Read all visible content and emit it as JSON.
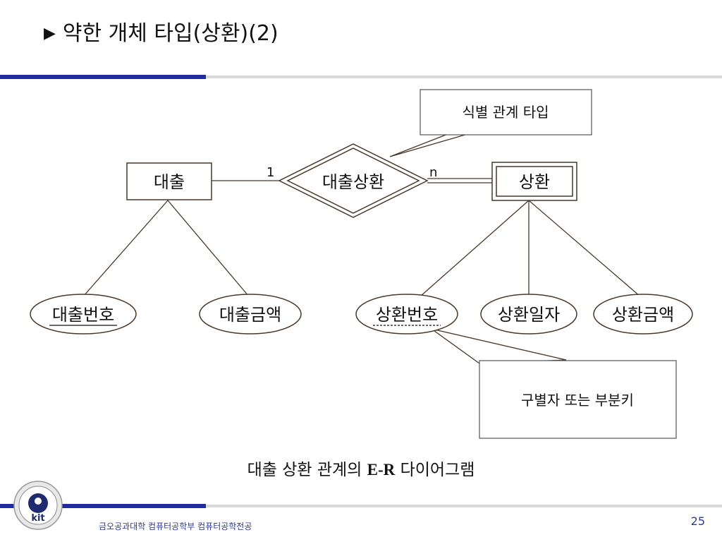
{
  "slide": {
    "title_marker": "▶",
    "title": "약한 개체 타입(상환)(2)",
    "caption_prefix": "대출 상환 관계의 ",
    "caption_er": "E-R",
    "caption_suffix": " 다이어그램",
    "footer_text": "금오공과대학 컴퓨터공학부 컴퓨터공학전공",
    "page_number": "25",
    "logo_text": "kit"
  },
  "diagram": {
    "entities": [
      {
        "id": "loan",
        "label": "대출",
        "weak": false
      },
      {
        "id": "repayment",
        "label": "상환",
        "weak": true
      }
    ],
    "relationship": {
      "label": "대출상환",
      "identifying": true,
      "left_cardinality": "1",
      "right_cardinality": "n"
    },
    "attributes": [
      {
        "id": "loan-number",
        "label": "대출번호",
        "entity": "loan",
        "key": "primary"
      },
      {
        "id": "loan-amount",
        "label": "대출금액",
        "entity": "loan",
        "key": "none"
      },
      {
        "id": "repayment-number",
        "label": "상환번호",
        "entity": "repayment",
        "key": "partial"
      },
      {
        "id": "repayment-date",
        "label": "상환일자",
        "entity": "repayment",
        "key": "none"
      },
      {
        "id": "repayment-amount",
        "label": "상환금액",
        "entity": "repayment",
        "key": "none"
      }
    ],
    "callouts": [
      {
        "id": "identifying-relationship",
        "label": "식별 관계 타입"
      },
      {
        "id": "discriminator",
        "label": "구별자 또는 부분키"
      }
    ],
    "colors": {
      "stroke": "#4a3728",
      "title_rule": "#1f2b9e",
      "footer_text": "#2b3a8f"
    }
  }
}
